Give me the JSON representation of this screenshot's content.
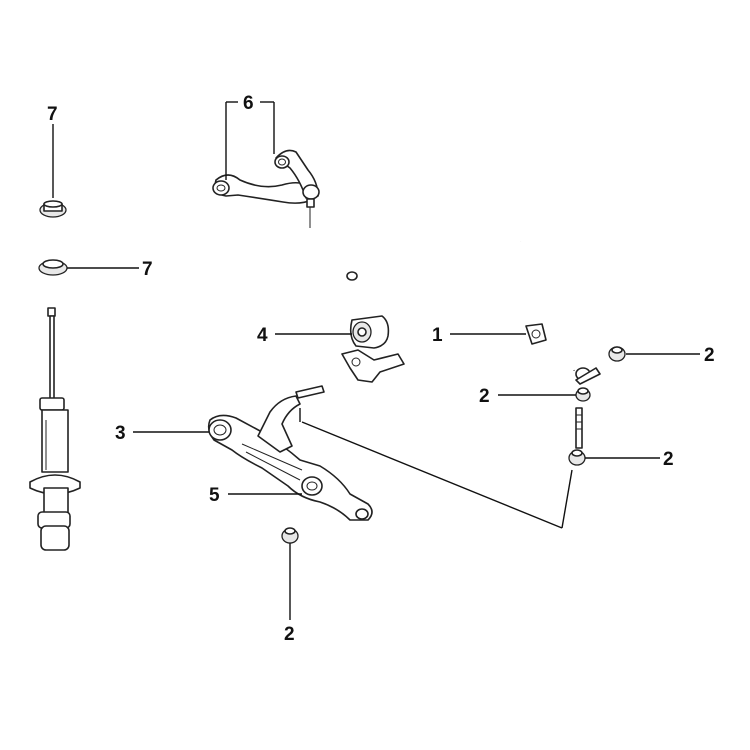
{
  "diagram": {
    "labels": [
      {
        "id": "lbl-7-top",
        "text": "7"
      },
      {
        "id": "lbl-7-right",
        "text": "7"
      },
      {
        "id": "lbl-6",
        "text": "6"
      },
      {
        "id": "lbl-4",
        "text": "4"
      },
      {
        "id": "lbl-1",
        "text": "1"
      },
      {
        "id": "lbl-2-a",
        "text": "2"
      },
      {
        "id": "lbl-2-b",
        "text": "2"
      },
      {
        "id": "lbl-2-c",
        "text": "2"
      },
      {
        "id": "lbl-3",
        "text": "3"
      },
      {
        "id": "lbl-5",
        "text": "5"
      },
      {
        "id": "lbl-2-bottom",
        "text": "2"
      }
    ]
  }
}
